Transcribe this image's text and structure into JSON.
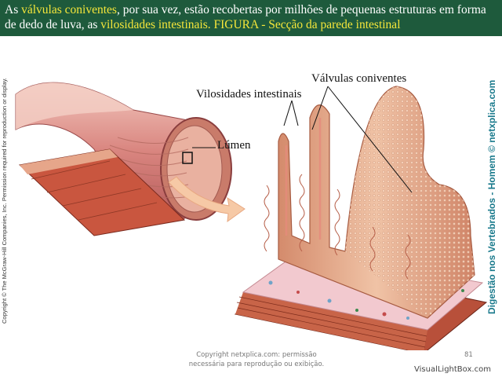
{
  "header": {
    "part1": "As ",
    "highlight1": "válvulas coniventes",
    "part2": ", por sua vez, estão recobertas por milhões de pequenas estruturas em forma de dedo de luva, as ",
    "highlight2": "vilosidades intestinais. FIGURA - Secção da parede intestinal"
  },
  "labels": {
    "valvulas": "Válvulas coniventes",
    "vilosidades": "Vilosidades intestinais",
    "lumen": "Lúmen"
  },
  "copyright_vertical": "Copyright © The McGraw-Hill Companies, Inc. Permission required for reproduction or display.",
  "side_caption": "Digestão nos Vertebrados - Homem © netxplica.com",
  "footer": {
    "note": "Copyright netxplica.com: permissão necessária para reprodução ou exibição.",
    "page_number": "81"
  },
  "watermark": "VisualLightBox.com",
  "colors": {
    "header_bg": "#1e5a3c",
    "highlight": "#f5e63a",
    "side_caption": "#1a7a8c",
    "tissue": "#e8b39a",
    "muscle": "#b8503a"
  }
}
